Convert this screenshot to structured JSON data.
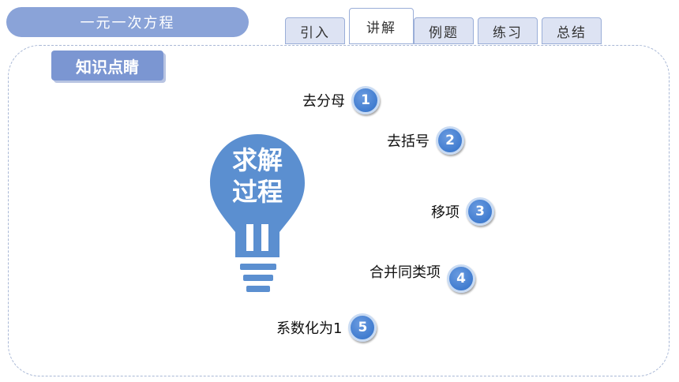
{
  "header": {
    "title": "一元一次方程"
  },
  "tabs": [
    {
      "label": "引入"
    },
    {
      "label": "讲解"
    },
    {
      "label": "例题"
    },
    {
      "label": "练习"
    },
    {
      "label": "总结"
    }
  ],
  "section": {
    "label": "知识点睛"
  },
  "bulb": {
    "line1": "求解",
    "line2": "过程"
  },
  "steps": [
    {
      "label": "去分母",
      "num": "1"
    },
    {
      "label": "去括号",
      "num": "2"
    },
    {
      "label": "移项",
      "num": "3"
    },
    {
      "label": "合并同类项",
      "num": "4"
    },
    {
      "label": "系数化为1",
      "num": "5"
    }
  ],
  "colors": {
    "accent": "#5b8fd0",
    "pill": "#8aa3d8",
    "badge": "#7b96d2"
  }
}
